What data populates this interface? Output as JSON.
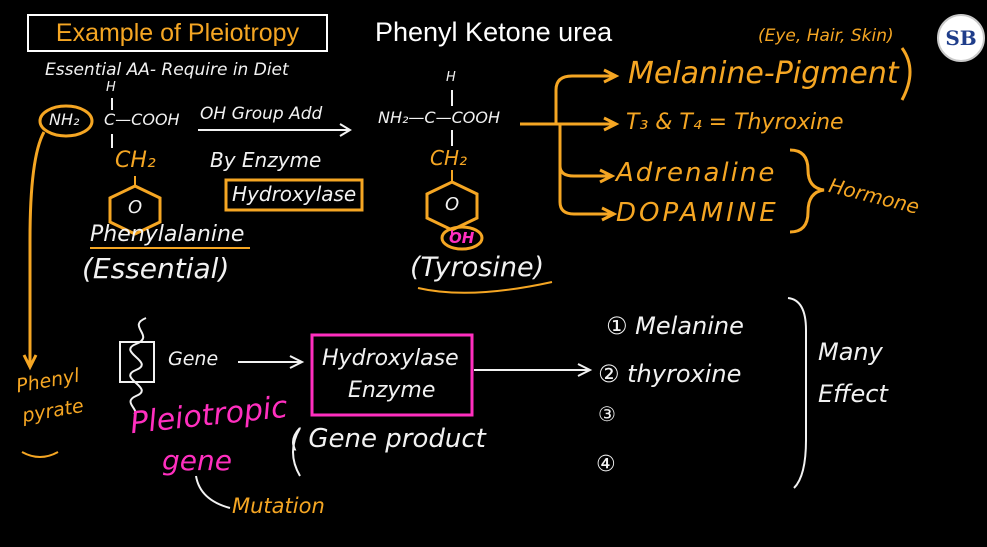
{
  "header": {
    "title": "Example of Pleiotropy",
    "subtitle": "Phenyl Ketone urea",
    "logo_text": "SB"
  },
  "left_structure": {
    "note": "Essential AA- Require in Diet",
    "h": "H",
    "nh2": "NH₂",
    "cooh": "C—COOH",
    "ch2": "CH₂",
    "ring": "O",
    "name": "Phenylalanine",
    "essential": "(Essential)"
  },
  "reaction": {
    "oh_group_add": "OH Group Add",
    "by_enzyme": "By Enzyme",
    "hydroxylase": "Hydroxylase"
  },
  "right_structure": {
    "h": "H",
    "backbone": "NH₂—C—COOH",
    "ch2": "CH₂",
    "ring": "O",
    "oh": "OH",
    "name": "(Tyrosine)"
  },
  "products": {
    "melanine": "Melanine-Pigment",
    "eye_hair_skin": "(Eye, Hair, Skin)",
    "thyroxine": "T₃ & T₄ = Thyroxine",
    "adrenaline": "Adrenaline",
    "dopamine": "DOPAMINE",
    "hormone": "Hormone"
  },
  "gene_section": {
    "gene_label": "Gene",
    "enzyme_line1": "Hydroxylase",
    "enzyme_line2": "Enzyme",
    "gene_product": "( Gene product",
    "pleiotropic_line1": "Pleiotropic",
    "pleiotropic_line2": "gene",
    "mutation": "Mutation",
    "phenyl_pyruvate_1": "Phenyl",
    "phenyl_pyruvate_2": "pyrate"
  },
  "effects": {
    "items": [
      "① Melanine",
      "② thyroxine",
      "③",
      "④"
    ],
    "many_1": "Many",
    "many_2": "Effect"
  },
  "colors": {
    "orange": "#f5a623",
    "pink": "#ff2fbf",
    "white": "#f2f2f2"
  }
}
